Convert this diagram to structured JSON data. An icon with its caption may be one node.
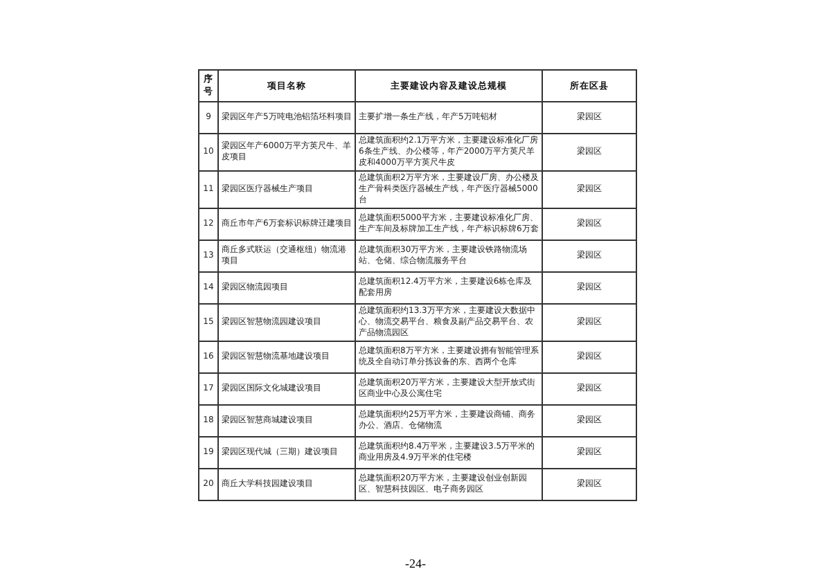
{
  "diagram": {
    "labels": [
      "序号",
      "项目名称",
      "主要建设内容及建设总规模",
      "所在区县",
      "9",
      "梁园区年产5万吨电池铝箔坯料项目",
      "主要扩增一条生产线，年产5万吨铝材",
      "梁园区",
      "10",
      "梁园区年产6000万平方英尺牛、羊皮项目",
      "总建筑面积约2.1万平方米，主要建设标准化厂房6条生产线、办公楼等，年产2000万平方英尺羊皮和4000万平方英尺牛皮",
      "梁园区",
      "11",
      "梁园区医疗器械生产项目",
      "总建筑面积2万平方米，主要建设厂房、办公楼及生产骨科类医疗器械生产线，年产医疗器械5000台",
      "梁园区",
      "12",
      "商丘市年产6万套标识标牌迁建项目",
      "总建筑面积5000平方米，主要建设标准化厂房、生产车间及标牌加工生产线，年产标识标牌6万套",
      "梁园区",
      "13",
      "商丘多式联运（交通枢纽）物流港项目",
      "总建筑面积30万平方米，主要建设铁路物流场站、仓储、综合物流服务平台",
      "梁园区",
      "14",
      "梁园区物流园项目",
      "总建筑面积12.4万平方米，主要建设6栋仓库及配套用房",
      "梁园区",
      "15",
      "梁园区智慧物流园建设项目",
      "总建筑面积约13.3万平方米，主要建设大数据中心、物流交易平台、粮食及副产品交易平台、农产品物流园区",
      "梁园区",
      "16",
      "梁园区智慧物流基地建设项目",
      "总建筑面积8万平方米，主要建设拥有智能管理系统及全自动订单分拣设备的东、西两个仓库",
      "梁园区",
      "17",
      "梁园区国际文化城建设项目",
      "总建筑面积20万平方米，主要建设大型开放式街区商业中心及公寓住宅",
      "梁园区",
      "18",
      "梁园区智慧商城建设项目",
      "总建筑面积约25万平方米，主要建设商铺、商务办公、酒店、仓储物流",
      "梁园区",
      "19",
      "梁园区现代城（三期）建设项目",
      "总建筑面积约8.4万平米，主要建设3.5万平米的商业用房及4.9万平米的住宅楼",
      "梁园区",
      "20",
      "商丘大学科技园建设项目",
      "总建筑面积20万平方米，主要建设创业创新园区、智慧科技园区、电子商务园区",
      "梁园区",
      "-24-"
    ]
  }
}
